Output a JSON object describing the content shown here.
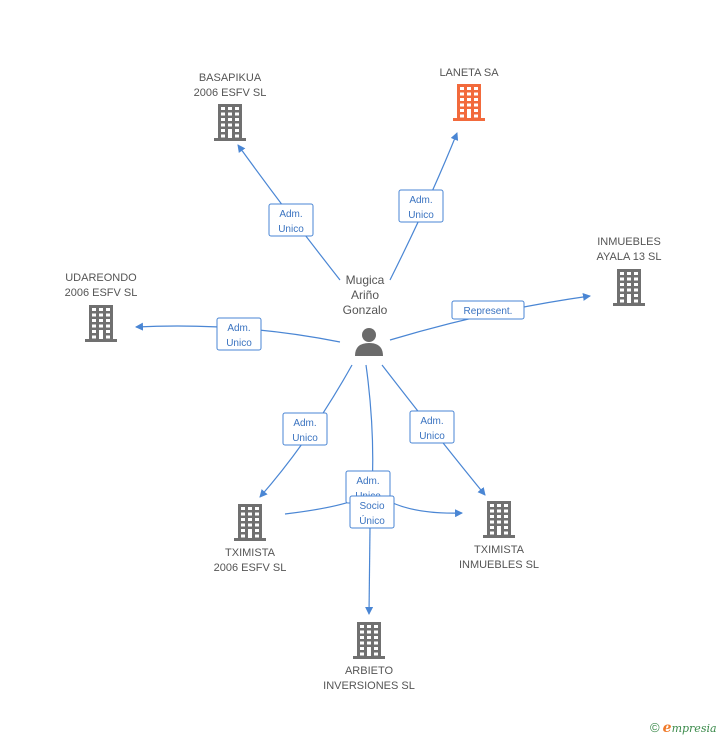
{
  "center": {
    "lines": [
      "Mugica",
      "Ariño",
      "Gonzalo"
    ]
  },
  "nodes": [
    {
      "id": "basapikua",
      "lines": [
        "BASAPIKUA",
        "2006 ESFV SL"
      ],
      "highlight": false
    },
    {
      "id": "laneta",
      "lines": [
        "LANETA SA"
      ],
      "highlight": true
    },
    {
      "id": "inmuebles-ayala",
      "lines": [
        "INMUEBLES",
        "AYALA 13 SL"
      ],
      "highlight": false
    },
    {
      "id": "udareondo",
      "lines": [
        "UDAREONDO",
        "2006 ESFV SL"
      ],
      "highlight": false
    },
    {
      "id": "tximista-2006",
      "lines": [
        "TXIMISTA",
        "2006 ESFV SL"
      ],
      "highlight": false
    },
    {
      "id": "tximista-inmuebles",
      "lines": [
        "TXIMISTA",
        "INMUEBLES SL"
      ],
      "highlight": false
    },
    {
      "id": "arbieto",
      "lines": [
        "ARBIETO",
        "INVERSIONES SL"
      ],
      "highlight": false
    }
  ],
  "edges": [
    {
      "to": "basapikua",
      "label": [
        "Adm.",
        "Unico"
      ]
    },
    {
      "to": "laneta",
      "label": [
        "Adm.",
        "Unico"
      ]
    },
    {
      "to": "inmuebles-ayala",
      "label": [
        "Represent."
      ]
    },
    {
      "to": "udareondo",
      "label": [
        "Adm.",
        "Unico"
      ]
    },
    {
      "to": "tximista-2006",
      "label": [
        "Adm.",
        "Unico"
      ]
    },
    {
      "to": "tximista-inmuebles",
      "label": [
        "Adm.",
        "Unico"
      ]
    },
    {
      "to": "tximista-inmuebles",
      "label": [
        "Adm.",
        "Unico"
      ]
    },
    {
      "to": "arbieto",
      "label": [
        "Socio",
        "Único"
      ]
    }
  ],
  "colors": {
    "edge": "#4a86d4",
    "building": "#707070",
    "highlight": "#f26a3c",
    "person": "#6b6b6b"
  },
  "footer": {
    "copyright": "©",
    "brand_initial": "e",
    "brand_rest": "mpresia"
  }
}
